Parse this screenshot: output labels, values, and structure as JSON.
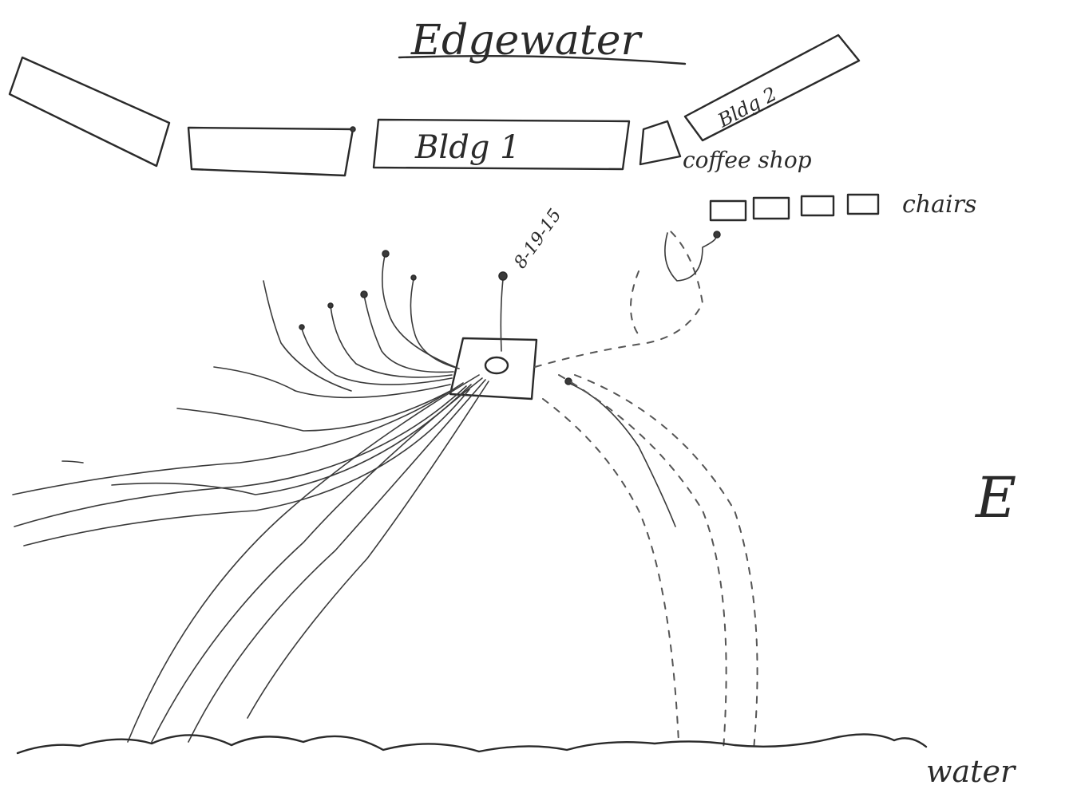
{
  "title": "Edgewater",
  "labels": {
    "bldg1": "Bldg 1",
    "bldg2": "Bldg 2",
    "coffee_shop": "coffee shop",
    "chairs": "chairs",
    "date": "8-19-15",
    "direction": "E",
    "water": "water"
  },
  "colors": {
    "ink": "#2a2a2a",
    "paper": "#ffffff"
  }
}
